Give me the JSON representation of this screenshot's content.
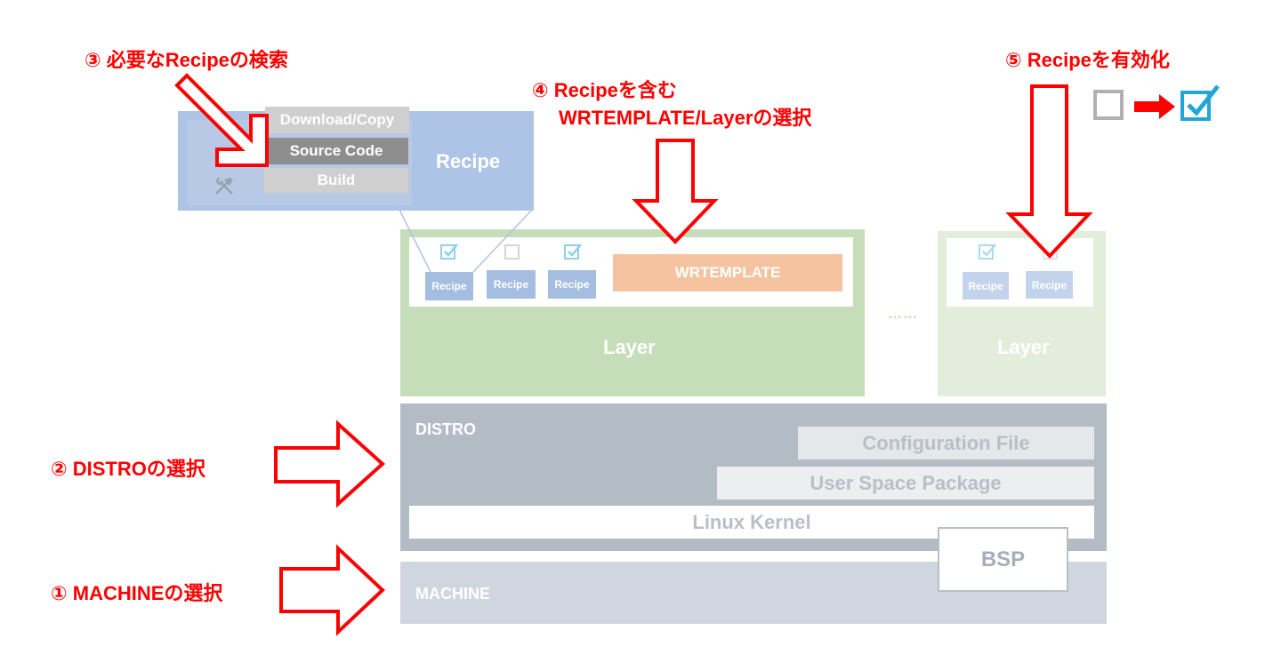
{
  "steps": {
    "step1": "① MACHINEの選択",
    "step2": "② DISTROの選択",
    "step3": "③ 必要なRecipeの検索",
    "step4_line1": "④ Recipeを含む",
    "step4_line2": "WRTEMPLATE/Layerの選択",
    "step5": "⑤ Recipeを有効化"
  },
  "recipe_panel": {
    "title": "Recipe",
    "menu": [
      "Download/Copy",
      "Source Code",
      "Build"
    ],
    "tool_icon": "tools-icon"
  },
  "layer_main": {
    "label": "Layer",
    "recipes": [
      {
        "label": "Recipe",
        "checked": true
      },
      {
        "label": "Recipe",
        "checked": false
      },
      {
        "label": "Recipe",
        "checked": true
      }
    ],
    "template_label": "WRTEMPLATE"
  },
  "layer_secondary": {
    "label": "Layer",
    "recipes": [
      {
        "label": "Recipe",
        "checked": true
      },
      {
        "label": "Recipe",
        "checked": false
      }
    ]
  },
  "ellipsis": "……",
  "distro": {
    "label": "DISTRO",
    "config_file": "Configuration File",
    "user_space": "User Space Package",
    "kernel": "Linux Kernel"
  },
  "bsp": "BSP",
  "machine": "MACHINE",
  "colors": {
    "red": "#ff0000",
    "recipe_blue": "#aec4e6",
    "layer_green": "#c5ddb8",
    "template_orange": "#f5c3a0",
    "check_blue": "#22a6d8"
  }
}
